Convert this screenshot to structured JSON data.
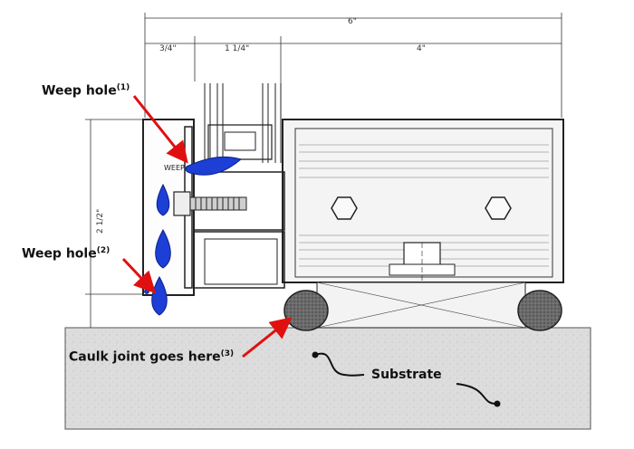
{
  "dimensions": {
    "overall": "6\"",
    "left": "3/4\"",
    "middle": "1 1/4\"",
    "right": "4\"",
    "height": "2 1/2\""
  },
  "frame_text": "WEEP",
  "callouts": {
    "weep_hole_1": {
      "text": "Weep hole",
      "note": "(1)"
    },
    "weep_hole_2": {
      "text": "Weep hole",
      "note": "(2)"
    },
    "caulk_joint": {
      "text": "Caulk joint goes here",
      "note": "(3)"
    },
    "substrate": {
      "text": "Substrate"
    }
  },
  "colors": {
    "water": "#1d3fd6",
    "arrow": "#e01010",
    "substrate": "#d9d9d9",
    "caulk": "#555555"
  }
}
